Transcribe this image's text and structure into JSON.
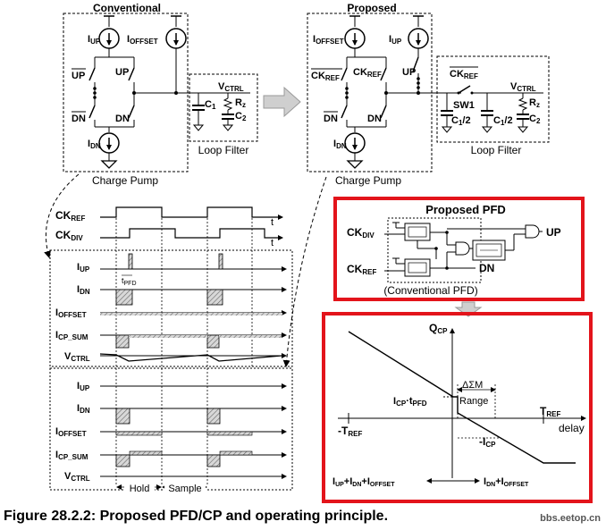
{
  "conventional": {
    "title": "Conventional",
    "i_up": "I",
    "i_up_sub": "UP",
    "i_offset": "I",
    "i_offset_sub": "OFFSET",
    "i_dn": "I",
    "i_dn_sub": "DN",
    "up_bar": "UP",
    "up": "UP",
    "dn_bar": "DN",
    "dn": "DN",
    "label": "Charge Pump"
  },
  "loop_filter_conv": {
    "vctrl": "V",
    "vctrl_sub": "CTRL",
    "c1": "C",
    "c1_sub": "1",
    "rz": "R",
    "rz_sub": "z",
    "c2": "C",
    "c2_sub": "2",
    "label": "Loop Filter"
  },
  "proposed": {
    "title": "Proposed",
    "i_offset": "I",
    "i_offset_sub": "OFFSET",
    "i_up": "I",
    "i_up_sub": "UP",
    "i_dn": "I",
    "i_dn_sub": "DN",
    "ckref_bar": "CK",
    "ckref_bar_sub": "REF",
    "ckref": "CK",
    "ckref_sub": "REF",
    "up": "UP",
    "dn_bar": "DN",
    "dn": "DN",
    "label": "Charge Pump"
  },
  "loop_filter_prop": {
    "ckref_bar": "CK",
    "ckref_bar_sub": "REF",
    "sw1": "SW1",
    "vctrl": "V",
    "vctrl_sub": "CTRL",
    "c1a": "C",
    "c1a_sub": "1",
    "c1a_tail": "/2",
    "c1b": "C",
    "c1b_sub": "1",
    "c1b_tail": "/2",
    "rz": "R",
    "rz_sub": "z",
    "c2": "C",
    "c2_sub": "2",
    "label": "Loop Filter"
  },
  "timing": {
    "ckref": "CK",
    "ckref_sub": "REF",
    "ckdiv": "CK",
    "ckdiv_sub": "DIV",
    "t1": "t",
    "t2": "t",
    "conv_iup": "I",
    "conv_iup_sub": "UP",
    "tpfd": "t",
    "tpfd_sub": "PFD",
    "conv_idn": "I",
    "conv_idn_sub": "DN",
    "conv_ioffset": "I",
    "conv_ioffset_sub": "OFFSET",
    "conv_icpsum": "I",
    "conv_icpsum_sub": "CP_SUM",
    "conv_vctrl": "V",
    "conv_vctrl_sub": "CTRL",
    "prop_iup": "I",
    "prop_iup_sub": "UP",
    "prop_idn": "I",
    "prop_idn_sub": "DN",
    "prop_ioffset": "I",
    "prop_ioffset_sub": "OFFSET",
    "prop_icpsum": "I",
    "prop_icpsum_sub": "CP_SUM",
    "prop_vctrl": "V",
    "prop_vctrl_sub": "CTRL",
    "hold": "Hold",
    "sample": "Sample"
  },
  "pfd": {
    "title": "Proposed PFD",
    "ckdiv": "CK",
    "ckdiv_sub": "DIV",
    "ckref": "CK",
    "ckref_sub": "REF",
    "up": "UP",
    "dn": "DN",
    "conv_label": "(Conventional PFD)",
    "border_color": "#e3141b"
  },
  "qplot": {
    "qcp": "Q",
    "qcp_sub": "CP",
    "dsm": "ΔΣM",
    "range": "Range",
    "icp_tpfd_a": "I",
    "icp_tpfd_a_sub": "CP",
    "icp_tpfd_b": "·t",
    "icp_tpfd_b_sub": "PFD",
    "tref": "T",
    "tref_sub": "REF",
    "neg_tref": "-T",
    "neg_tref_sub": "REF",
    "delay": "delay",
    "neg_icp": "-I",
    "neg_icp_sub": "CP",
    "left_a": "I",
    "left_a_sub": "UP",
    "left_b": "+I",
    "left_b_sub": "DN",
    "left_c": "+I",
    "left_c_sub": "OFFSET",
    "right_a": "I",
    "right_a_sub": "DN",
    "right_b": "+I",
    "right_b_sub": "OFFSET",
    "border_color": "#e3141b"
  },
  "caption": "Figure 28.2.2: Proposed PFD/CP and operating principle.",
  "watermark": "bbs.eetop.cn"
}
